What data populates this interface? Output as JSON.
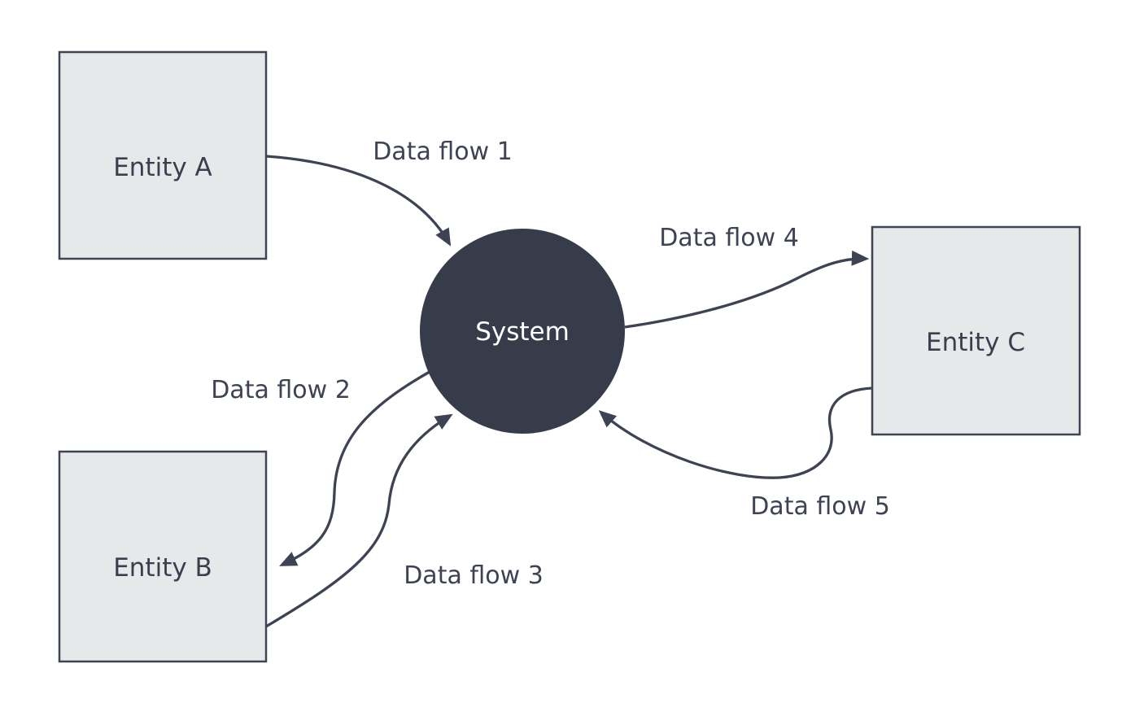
{
  "diagram": {
    "type": "data-flow-context-diagram",
    "nodes": {
      "entity_a": {
        "label": "Entity A",
        "shape": "rectangle"
      },
      "entity_b": {
        "label": "Entity B",
        "shape": "rectangle"
      },
      "entity_c": {
        "label": "Entity C",
        "shape": "rectangle"
      },
      "system": {
        "label": "System",
        "shape": "circle"
      }
    },
    "flows": [
      {
        "label": "Data flow 1",
        "from": "entity_a",
        "to": "system"
      },
      {
        "label": "Data flow 2",
        "from": "system",
        "to": "entity_b"
      },
      {
        "label": "Data flow 3",
        "from": "entity_b",
        "to": "system"
      },
      {
        "label": "Data flow 4",
        "from": "system",
        "to": "entity_c"
      },
      {
        "label": "Data flow 5",
        "from": "entity_c",
        "to": "system"
      }
    ],
    "colors": {
      "background": "#ffffff",
      "node_fill": "#e7e8ea",
      "node_border": "#3f4454",
      "process_fill": "#373c4a",
      "process_text": "#ffffff",
      "edge_stroke": "#3e4354",
      "label_text": "#3e4354"
    }
  }
}
